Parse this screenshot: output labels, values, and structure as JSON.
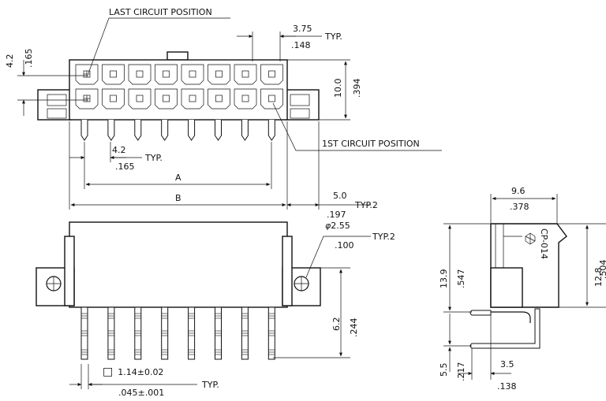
{
  "top_view": {
    "last_circuit_label": "LAST CIRCUIT POSITION",
    "first_circuit_label": "1ST CIRCUIT POSITION",
    "pitch_top_mm": "3.75",
    "pitch_top_in": ".148",
    "typ_label": "TYP.",
    "row_pitch_mm": "4.2",
    "row_pitch_in": ".165",
    "height_mm": "10.0",
    "height_in": ".394",
    "col_pitch_mm": "4.2",
    "col_pitch_in": ".165",
    "dim_a": "A",
    "dim_b": "B",
    "flange_mm": "5.0",
    "flange_in": ".197",
    "typ2_label": "TYP.2"
  },
  "front_view": {
    "hole_symbol": "φ",
    "hole_mm": "2.55",
    "hole_in": ".100",
    "typ2_label": "TYP.2",
    "pin_len_mm": "6.2",
    "pin_len_in": ".244",
    "square_symbol": "□",
    "pin_size_mm": "1.14±0.02",
    "pin_size_in": ".045±.001",
    "typ_label": "TYP."
  },
  "side_view": {
    "width_mm": "9.6",
    "width_in": ".378",
    "mark_code": "CP-014",
    "overall_mm": "13.9",
    "overall_in": ".547",
    "body_mm": "12.8",
    "body_in": ".504",
    "offset_mm": "5.5",
    "offset_in": ".217",
    "tail_mm": "3.5",
    "tail_in": ".138"
  },
  "layout": {
    "circuits_per_row": 8,
    "rows": 2
  }
}
